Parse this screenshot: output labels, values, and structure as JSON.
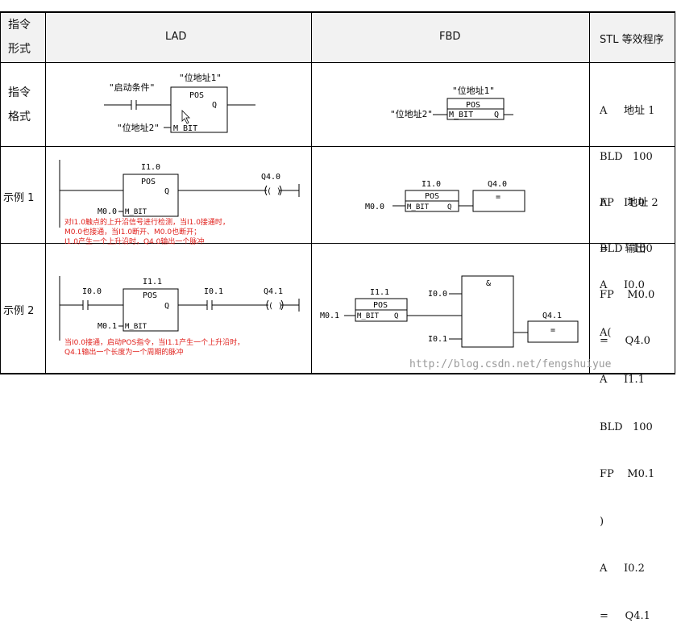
{
  "header": {
    "col1_line1": "指令",
    "col1_line2": "形式",
    "lad": "LAD",
    "fbd": "FBD",
    "stl": "STL 等效程序"
  },
  "rows": {
    "format_line1": "指令",
    "format_line2": "格式",
    "example1": "示例 1",
    "example2": "示例 2"
  },
  "format": {
    "start_cond": "\"启动条件\"",
    "addr1": "\"位地址1\"",
    "addr2": "\"位地址2\"",
    "pos": "POS",
    "q": "Q",
    "mbit": "M_BIT",
    "stl": [
      "A     地址 1",
      "BLD   100",
      "FP    地址 2",
      "=     输出"
    ]
  },
  "example1": {
    "i10": "I1.0",
    "m00": "M0.0",
    "q40": "Q4.0",
    "coil": "( )",
    "eq": "=",
    "note": [
      "对I1.0触点的上升沿信号进行检测，当I1.0接通时，",
      "M0.0也接通，当I1.0断开、M0.0也断开；",
      "I1.0产生一个上升沿时，Q4.0输出一个脉冲"
    ],
    "stl": [
      "A     I1.0",
      "BLD   100",
      "FP    M0.0",
      "=     Q4.0"
    ]
  },
  "example2": {
    "i00": "I0.0",
    "i11": "I1.1",
    "i01": "I0.1",
    "m01": "M0.1",
    "q41": "Q4.1",
    "and": "&",
    "note": [
      "当I0.0接通，启动POS指令，当I1.1产生一个上升沿时，",
      "Q4.1输出一个长度为一个周期的脉冲"
    ],
    "stl": [
      "A     I0.0",
      "A(",
      "A     I1.1",
      "BLD   100",
      "FP    M0.1",
      ")",
      "A     I0.2",
      "=     Q4.1"
    ]
  },
  "watermark": "http://blog.csdn.net/fengshuiyue"
}
